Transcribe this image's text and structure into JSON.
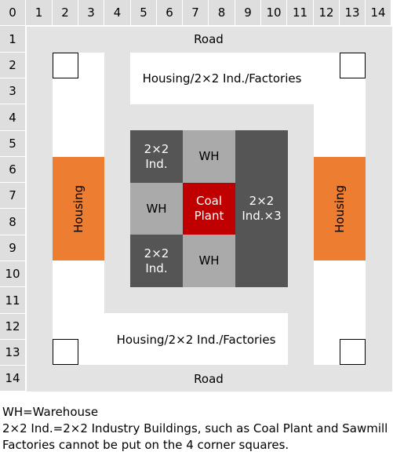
{
  "column_headers": [
    "0",
    "1",
    "2",
    "3",
    "4",
    "5",
    "6",
    "7",
    "8",
    "9",
    "10",
    "11",
    "12",
    "13",
    "14"
  ],
  "row_headers": [
    "1",
    "2",
    "3",
    "4",
    "5",
    "6",
    "7",
    "8",
    "9",
    "10",
    "11",
    "12",
    "13",
    "14"
  ],
  "road_labels": {
    "top": "Road",
    "bottom": "Road"
  },
  "zone_labels": {
    "top_band": "Housing/2×2 Ind./Factories",
    "bottom_band": "Housing/2×2 Ind./Factories",
    "left_housing": "Housing",
    "right_housing": "Housing"
  },
  "center_blocks": {
    "ind_top_left_line1": "2×2",
    "ind_top_left_line2": "Ind.",
    "wh_top": "WH",
    "wh_left": "WH",
    "coal_line1": "Coal",
    "coal_line2": "Plant",
    "ind_right_line1": "2×2",
    "ind_right_line2": "Ind.×3",
    "ind_bottom_left_line1": "2×2",
    "ind_bottom_left_line2": "Ind.",
    "wh_bottom": "WH"
  },
  "legend": [
    "WH=Warehouse",
    "2×2 Ind.=2×2 Industry Buildings, such as Coal Plant and Sawmill",
    "Factories cannot be put on the 4 corner squares."
  ],
  "colors": {
    "header": "#dedede",
    "road": "#e3e3e3",
    "housing": "#ed7d31",
    "industry": "#555555",
    "warehouse": "#aaaaaa",
    "coal_plant": "#c00000"
  }
}
